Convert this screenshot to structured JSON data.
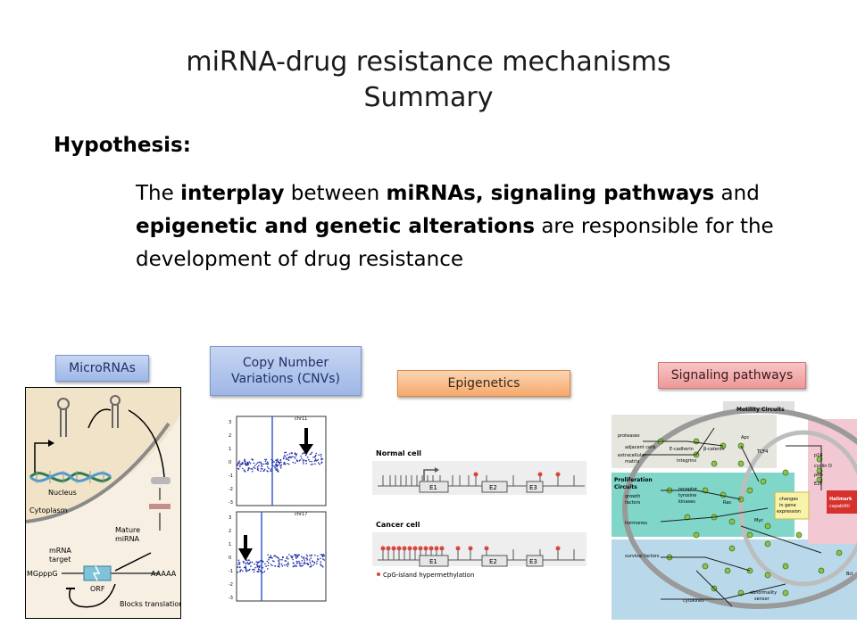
{
  "slide": {
    "title_line1": "miRNA-drug resistance mechanisms",
    "title_line2": "Summary",
    "hypothesis_heading": "Hypothesis:",
    "hypothesis_parts": [
      "The ",
      "interplay",
      " between ",
      "miRNAs, signaling pathways",
      " and ",
      "epigenetic and genetic alterations",
      " are responsible for the development of drug resistance"
    ]
  },
  "tags": {
    "micrornas": "MicroRNAs",
    "cnv_line1": "Copy Number",
    "cnv_line2": "Variations (CNVs)",
    "epigenetics": "Epigenetics",
    "signaling": "Signaling pathways"
  },
  "mirna_figure": {
    "nucleus": "Nucleus",
    "cytoplasm": "Cytoplasm",
    "mature_line1": "Mature",
    "mature_line2": "miRNA",
    "mrna_line1": "mRNA",
    "mrna_line2": "target",
    "cap": "MGpppG",
    "polya": "AAAAA",
    "orf": "ORF",
    "blocks": "Blocks translation"
  },
  "cnv_figure": {
    "top_label": "chr11",
    "bottom_label": "chr17",
    "ticks": [
      "3",
      "2",
      "1",
      "0",
      "-1",
      "-2",
      "-3"
    ]
  },
  "epigenetics_figure": {
    "normal": "Normal cell",
    "cancer": "Cancer cell",
    "exons": [
      "E1",
      "E2",
      "E3"
    ],
    "legend": "CpG-island hypermethylation"
  },
  "signaling_figure": {
    "motility": "Motility Circuits",
    "proliferation_line1": "Proliferation",
    "proliferation_line2": "Circuits",
    "proteases": "proteases",
    "adjacent": "adjacent cells",
    "ecm_line1": "extracellular",
    "ecm_line2": "matrix",
    "ecadherin": "E-cadherin",
    "bcatenin": "β-catenin",
    "integrins": "integrins",
    "apc": "Apc",
    "tcf4": "TCF4",
    "growth_line1": "growth",
    "growth_line2": "factors",
    "receptor_line1": "receptor",
    "receptor_line2": "tyrosine",
    "receptor_line3": "kinases",
    "ras": "Ras",
    "myc": "Myc",
    "hormones": "hormones",
    "survival": "survival factors",
    "cytokines": "cytokines",
    "abnormality_line1": "abnormality",
    "abnormality_line2": "sensor",
    "changes_line1": "changes",
    "changes_line2": "in gene",
    "changes_line3": "expression",
    "p16": "p16",
    "cyclind": "cyclin D",
    "prb": "pRb",
    "e2f": "E2F",
    "hallmark_line1": "Hallmark",
    "hallmark_line2": "capabiliti",
    "bcl": "Bcl"
  }
}
